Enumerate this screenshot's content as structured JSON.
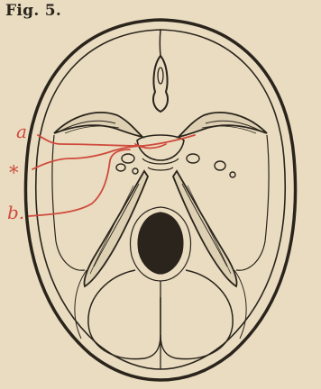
{
  "figure": {
    "label": "Fig. 5."
  },
  "annotations": {
    "a": "a",
    "star": "*",
    "b": "b."
  },
  "colors": {
    "paper": "#e9dcc0",
    "ink": "#2a241c",
    "annotation_red": "#cf4a3c"
  }
}
